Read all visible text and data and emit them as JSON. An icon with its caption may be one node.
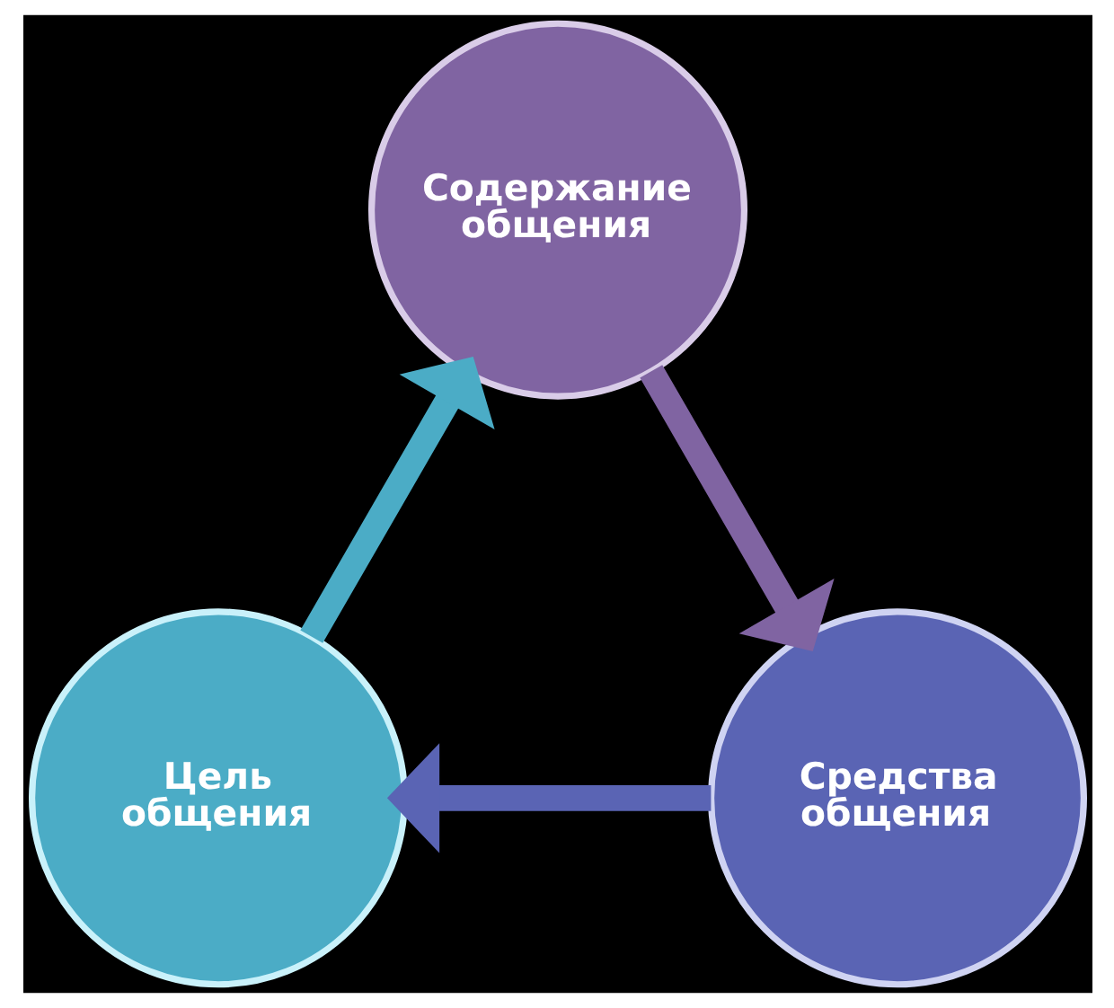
{
  "diagram": {
    "nodes": [
      {
        "text": [
          "Содержание общения"
        ]
      },
      {
        "text": [
          "Цель общения"
        ]
      },
      {
        "text": [
          "Средства общения"
        ]
      }
    ],
    "edges": [
      {
        "from": 1,
        "to": 0,
        "arrow": "to",
        "color": "#4bacc6"
      },
      {
        "from": 0,
        "to": 2,
        "arrow": "to",
        "color": "#8064a2"
      },
      {
        "from": 2,
        "to": 1,
        "arrow": "to",
        "color": "#5a64b4"
      }
    ]
  }
}
